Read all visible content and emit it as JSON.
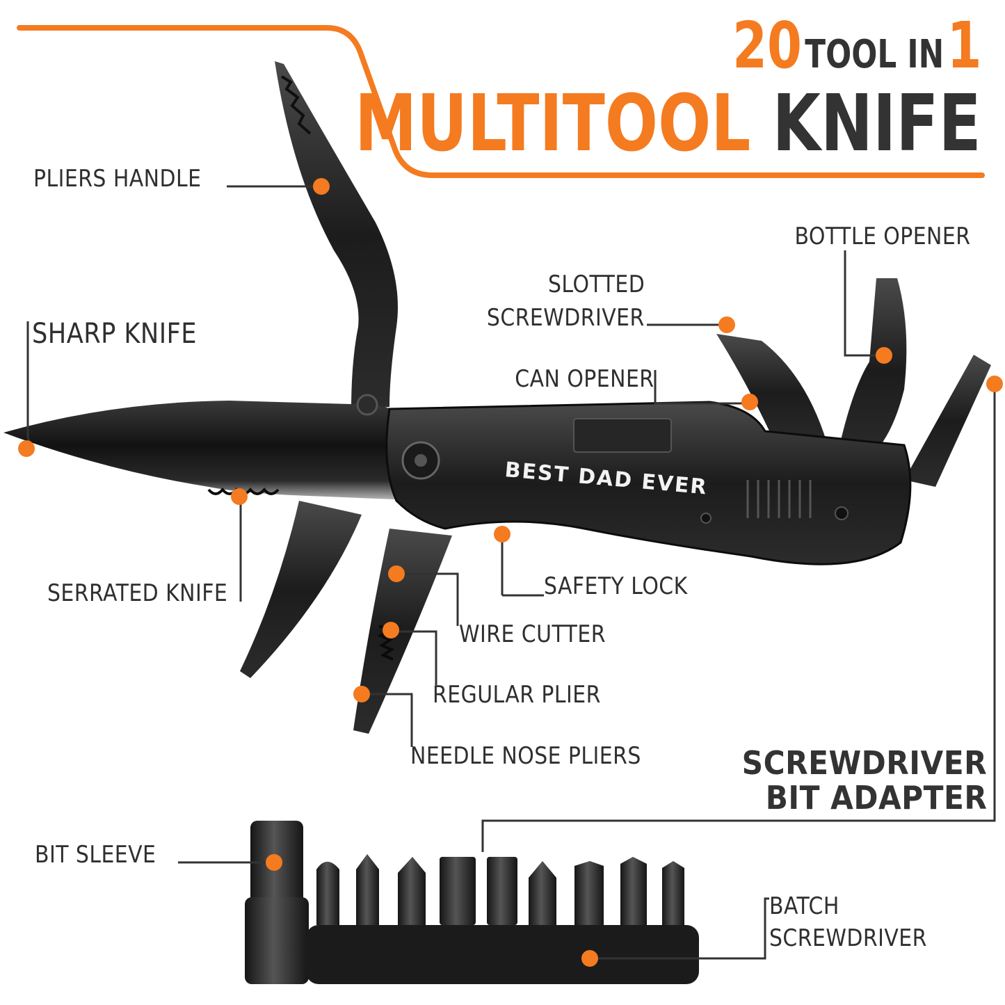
{
  "headline": {
    "number_start": "20",
    "middle": "TOOL IN",
    "number_end": "1",
    "word_orange": "MULTITOOL",
    "word_dark": "KNIFE"
  },
  "engraving": "BEST DAD EVER",
  "labels": {
    "pliers_handle": "PLIERS HANDLE",
    "sharp_knife": "SHARP KNIFE",
    "serrated_knife": "SERRATED KNIFE",
    "slotted_line1": "SLOTTED",
    "slotted_line2": "SCREWDRIVER",
    "can_opener": "CAN OPENER",
    "bottle_opener": "BOTTLE OPENER",
    "safety_lock": "SAFETY LOCK",
    "wire_cutter": "WIRE CUTTER",
    "regular_plier": "REGULAR PLIER",
    "needle_nose": "NEEDLE NOSE PLIERS",
    "adapter_line1": "SCREWDRIVER",
    "adapter_line2": "BIT ADAPTER",
    "bit_sleeve": "BIT SLEEVE",
    "batch_line1": "BATCH",
    "batch_line2": "SCREWDRIVER"
  },
  "colors": {
    "accent": "#f47b20",
    "text": "#2f2f2f",
    "tool": "#1e1e1e"
  }
}
